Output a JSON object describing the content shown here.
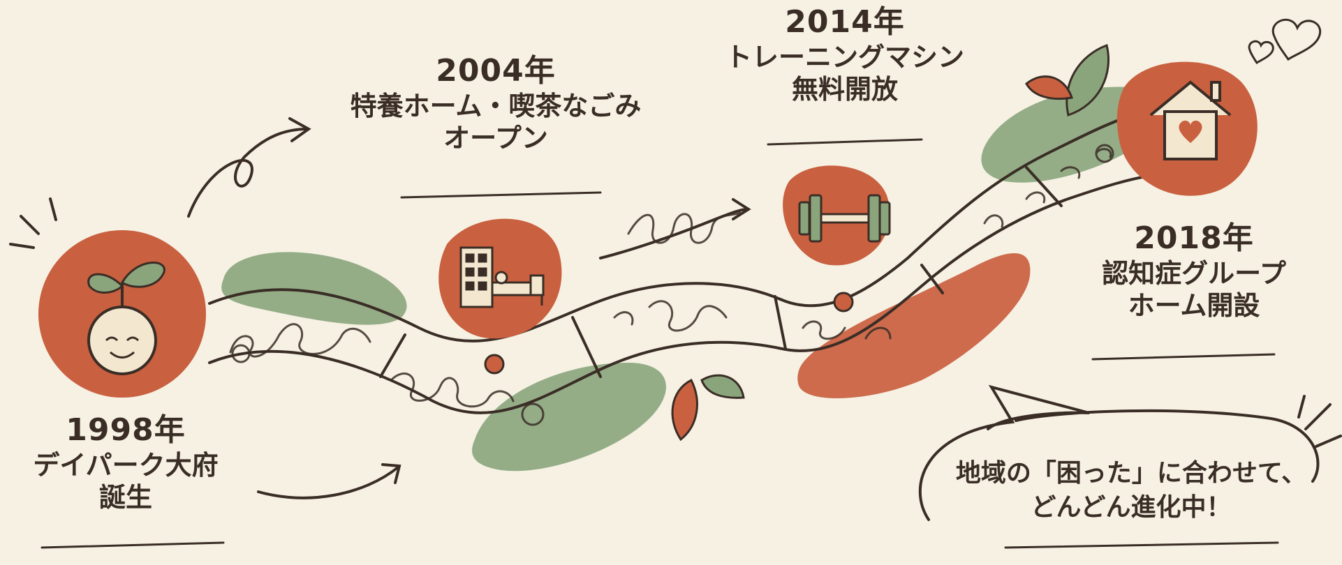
{
  "milestones": [
    {
      "year": "1998年",
      "lines": [
        "デイパーク大府",
        "誕生"
      ],
      "icon": "sprout-baby-icon"
    },
    {
      "year": "2004年",
      "lines": [
        "特養ホーム・喫茶なごみ",
        "オープン"
      ],
      "icon": "building-bed-icon"
    },
    {
      "year": "2014年",
      "lines": [
        "トレーニングマシン",
        "無料開放"
      ],
      "icon": "dumbbell-icon"
    },
    {
      "year": "2018年",
      "lines": [
        "認知症グループ",
        "ホーム開設"
      ],
      "icon": "house-heart-icon"
    }
  ],
  "speech_bubble": {
    "lines": [
      "地域の「困った」に合わせて、",
      "どんどん進化中！"
    ]
  },
  "colors": {
    "background": "#f6f1e3",
    "terracotta": "#c9603f",
    "sage": "#8aa57c",
    "ink": "#3a2d26",
    "cream": "#f3e8cf"
  }
}
